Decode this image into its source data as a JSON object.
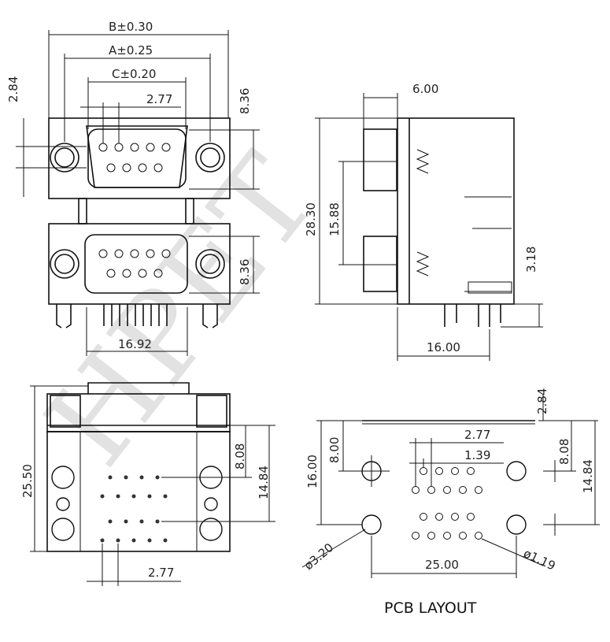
{
  "front_view": {
    "dim_b": "B±0.30",
    "dim_a": "A±0.25",
    "dim_c": "C±0.20",
    "dim_pitch": "2.77",
    "dim_left": "2.84",
    "dim_right_top": "8.36",
    "dim_right_bottom": "8.36",
    "dim_bottom": "16.92"
  },
  "side_view": {
    "dim_top": "6.00",
    "dim_height": "28.30",
    "dim_spacing": "15.88",
    "dim_pin": "3.18",
    "dim_bottom": "16.00"
  },
  "bottom_view": {
    "dim_height": "25.50",
    "dim_a": "8.08",
    "dim_b": "14.84",
    "dim_pitch": "2.77"
  },
  "pcb_layout": {
    "dim_top": "2.84",
    "dim_left_outer": "16.00",
    "dim_left_inner": "8.00",
    "dim_pitch": "2.77",
    "dim_half_pitch": "1.39",
    "dim_right_a": "8.08",
    "dim_right_b": "14.84",
    "dim_hole": "ø3.20",
    "dim_spacing": "25.00",
    "dim_pin_hole": "ø1.19",
    "caption": "PCB  LAYOUT"
  },
  "watermark": "HPET"
}
